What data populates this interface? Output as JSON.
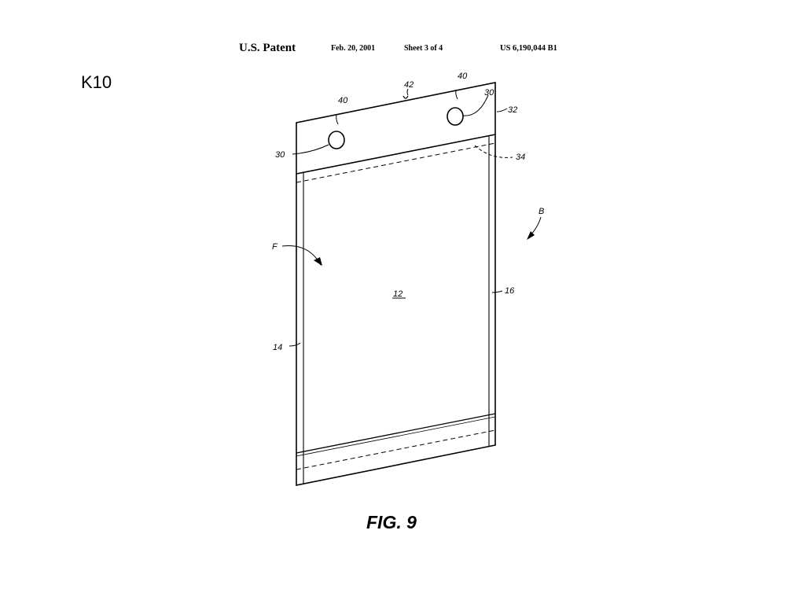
{
  "slide_label": "K10",
  "header": {
    "title": "U.S. Patent",
    "date": "Feb. 20, 2001",
    "sheet": "Sheet 3 of 4",
    "patent_number": "US 6,190,044 B1"
  },
  "figure": {
    "caption": "FIG. 9",
    "refs": {
      "hole_tab_left": "40",
      "hole_tab_right": "40",
      "notch": "42",
      "hole_left": "30",
      "hole_right": "30",
      "header_panel": "32",
      "seal_line": "34",
      "back_arrow": "B",
      "front_arrow": "F",
      "panel": "12",
      "right_edge": "16",
      "left_edge": "14"
    }
  }
}
